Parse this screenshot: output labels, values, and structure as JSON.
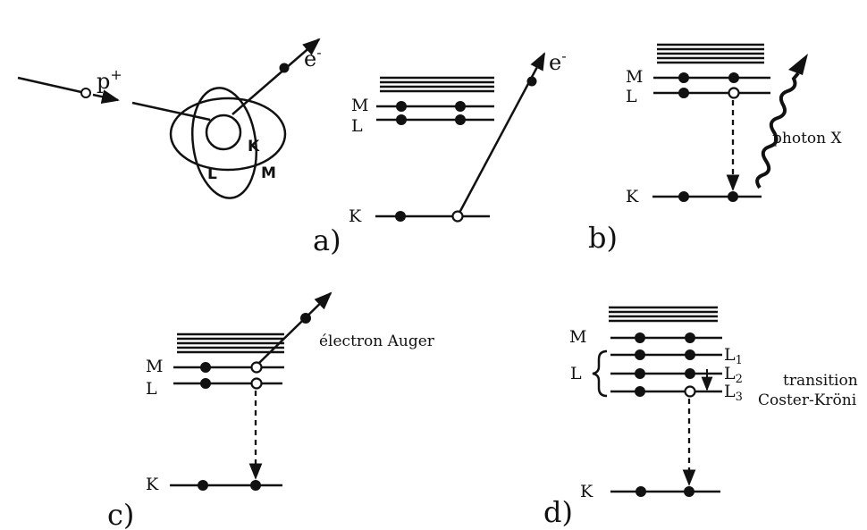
{
  "atom": {
    "proton_label": "p",
    "proton_charge": "+",
    "electron_label": "e",
    "electron_charge": "-",
    "shell_k": "K",
    "shell_l": "L",
    "shell_m": "M"
  },
  "panel_a": {
    "label": "a)",
    "level_m": "M",
    "level_l": "L",
    "level_k": "K",
    "electron_label": "e",
    "electron_charge": "-"
  },
  "panel_b": {
    "label": "b)",
    "level_m": "M",
    "level_l": "L",
    "level_k": "K",
    "photon_label": "photon X"
  },
  "panel_c": {
    "label": "c)",
    "level_m": "M",
    "level_l": "L",
    "level_k": "K",
    "auger_label": "électron Auger"
  },
  "panel_d": {
    "label": "d)",
    "level_m": "M",
    "level_l": "L",
    "level_k": "K",
    "sublevel_l1": "L",
    "sublevel_l1_index": "1",
    "sublevel_l2": "L",
    "sublevel_l2_index": "2",
    "sublevel_l3": "L",
    "sublevel_l3_index": "3",
    "transition_line1": "transition",
    "transition_line2": "Coster-Kröni"
  },
  "colors": {
    "ink": "#111111",
    "background": "#ffffff"
  }
}
